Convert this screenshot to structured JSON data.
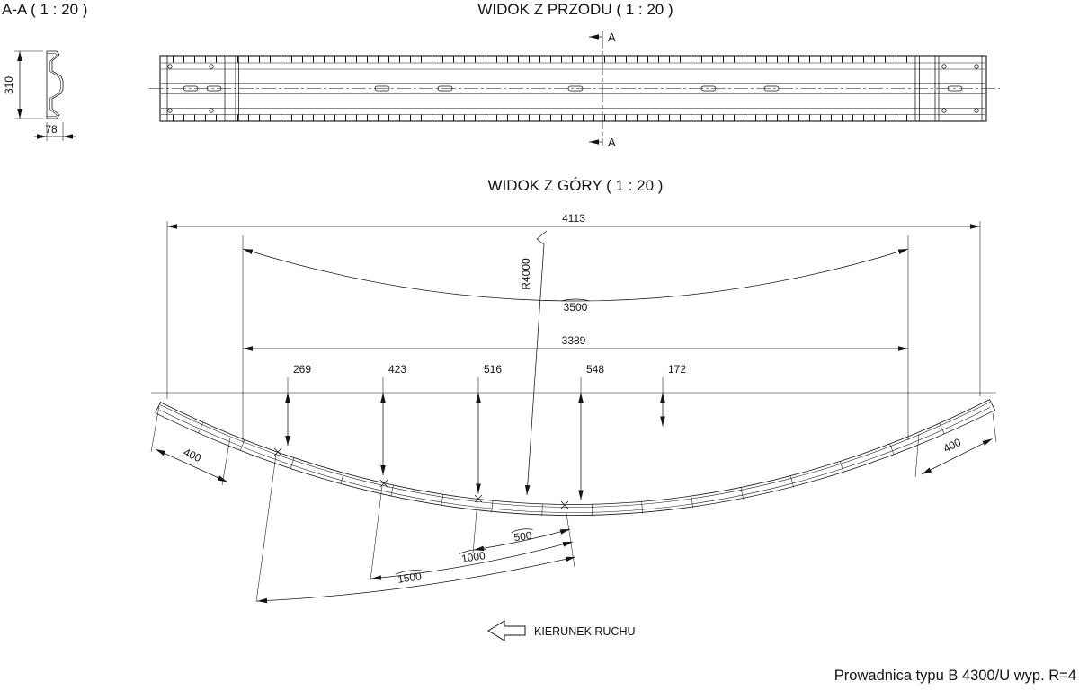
{
  "section_view": {
    "title": "A-A ( 1 : 20 )",
    "dim_height": "310",
    "dim_width": "78"
  },
  "front_view": {
    "title": "WIDOK Z PRZODU ( 1 : 20 )",
    "cut_label_top": "A",
    "cut_label_bottom": "A"
  },
  "top_view": {
    "title": "WIDOK Z GÓRY ( 1 : 20 )",
    "dim_overall": "4113",
    "dim_arc_length": "3500",
    "dim_chord": "3389",
    "dim_radius": "R4000",
    "offsets": {
      "o1": "269",
      "o2": "423",
      "o3": "516",
      "o4": "548",
      "o5": "172"
    },
    "dim_end_left": "400",
    "dim_end_right": "400",
    "arc_dims": {
      "d500": "500",
      "d1000": "1000",
      "d1500": "1500"
    }
  },
  "footer": {
    "direction_label": "KIERUNEK RUCHU",
    "caption": "Prowadnica typu B 4300/U wyp. R=4"
  }
}
